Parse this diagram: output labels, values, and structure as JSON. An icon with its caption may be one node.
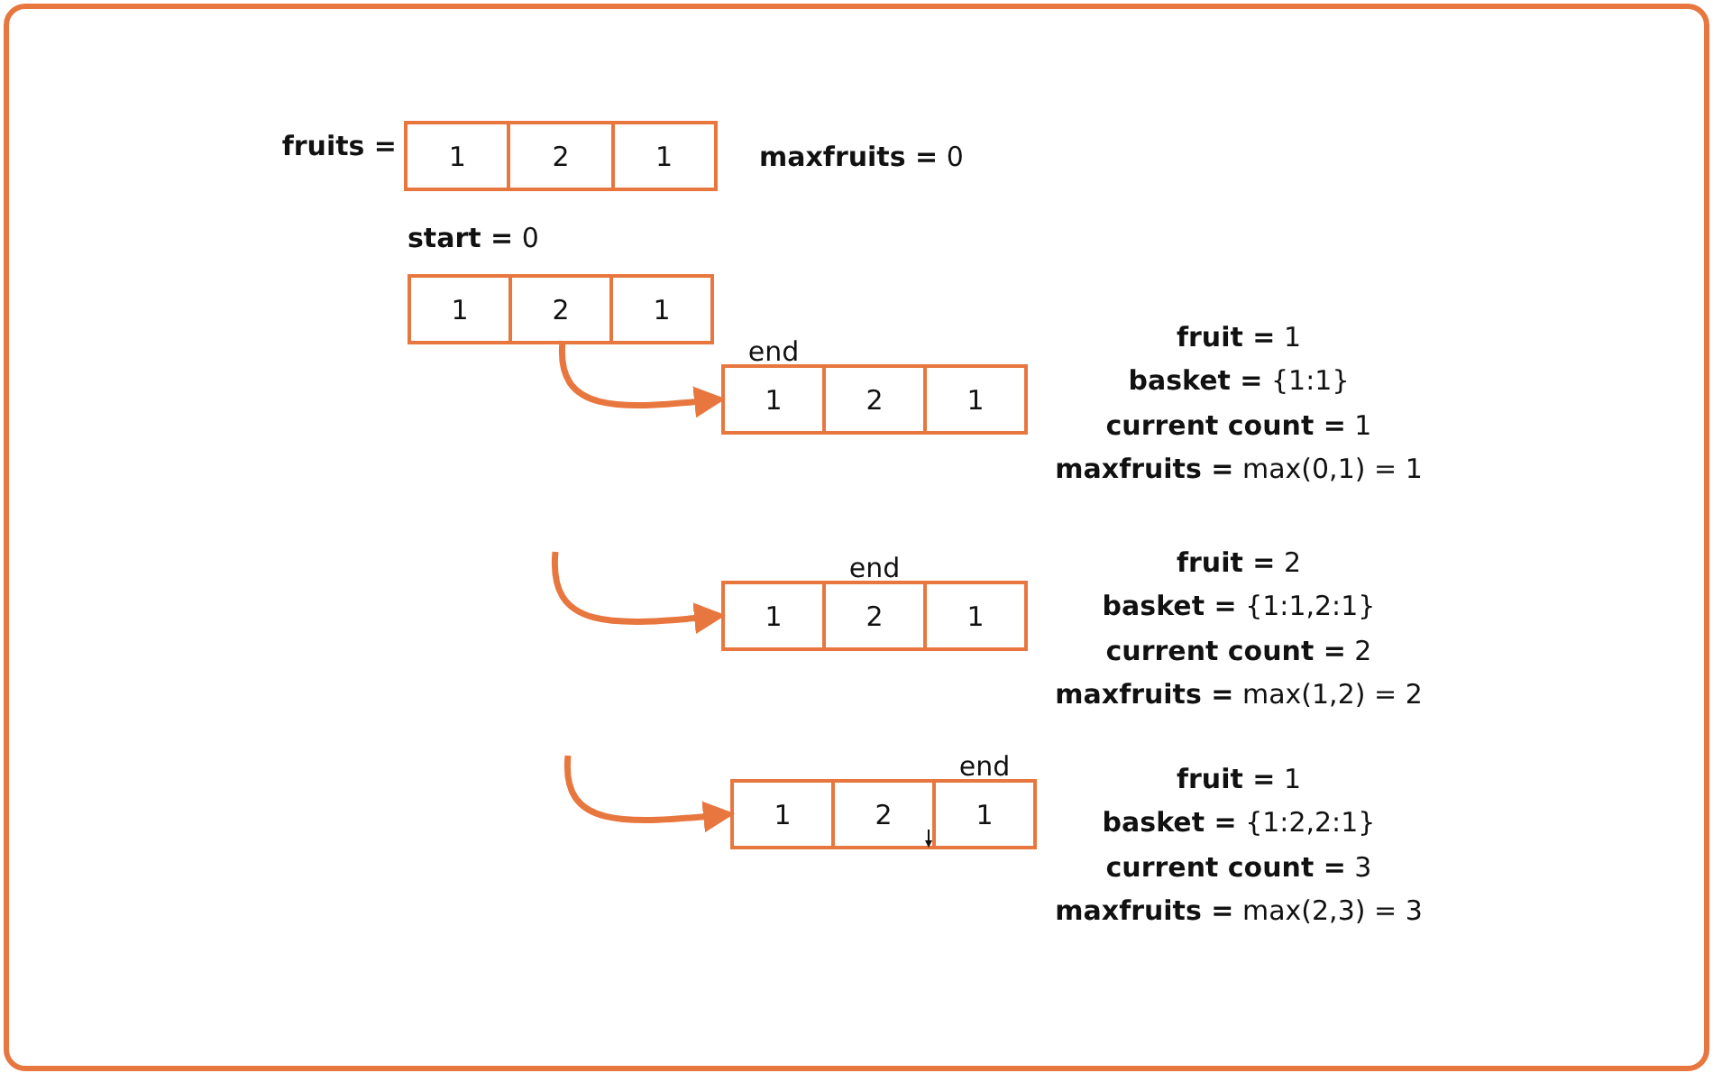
{
  "diagram": {
    "nodes": [
      {
        "text": [],
        "shape": "box",
        "beside": [
          "fruits ="
        ]
      },
      {
        "text": [
          "1"
        ],
        "in": 0
      },
      {
        "text": [
          "2"
        ],
        "in": 0
      },
      {
        "text": [
          "1"
        ],
        "in": 0
      },
      {
        "text": [],
        "shape": "box"
      },
      {
        "text": [
          "1"
        ],
        "in": 4
      },
      {
        "text": [
          "2"
        ],
        "in": 4
      },
      {
        "text": [
          "1"
        ],
        "in": 4
      },
      {
        "text": [],
        "shape": "box"
      },
      {
        "text": [
          "1"
        ],
        "in": 8,
        "beside": [
          "end"
        ]
      },
      {
        "text": [
          "2"
        ],
        "in": 8
      },
      {
        "text": [
          "1"
        ],
        "in": 8
      },
      {
        "text": [],
        "shape": "box"
      },
      {
        "text": [
          "1"
        ],
        "in": 12
      },
      {
        "text": [
          "2"
        ],
        "in": 12,
        "beside": [
          "end"
        ]
      },
      {
        "text": [
          "1"
        ],
        "in": 12
      },
      {
        "text": [],
        "shape": "box"
      },
      {
        "text": [
          "1"
        ],
        "in": 16
      },
      {
        "text": [
          "2"
        ],
        "in": 16
      },
      {
        "text": [
          "1"
        ],
        "in": 16,
        "beside": [
          "end"
        ]
      }
    ],
    "edges": [
      {
        "from": 6,
        "to": 8,
        "arrow": "to"
      },
      {
        "from": null,
        "to": 12,
        "arrow": "to"
      },
      {
        "from": null,
        "to": 16,
        "arrow": "to"
      }
    ],
    "labels": [
      "**maxfruits =** 0",
      "**start =** 0",
      "**fruit =** 1",
      "**basket =** {1:1}",
      "**current count =** 1",
      "**maxfruits =** max(0,1) = 1",
      "**fruit =** 2",
      "**basket =** {1:1,2:1}",
      "**current count =** 2",
      "**maxfruits =** max(1,2) = 2",
      "**fruit =** 1",
      "**basket =** {1:2,2:1}",
      "**current count =** 3",
      "**maxfruits =** max(2,3) = 3"
    ]
  }
}
